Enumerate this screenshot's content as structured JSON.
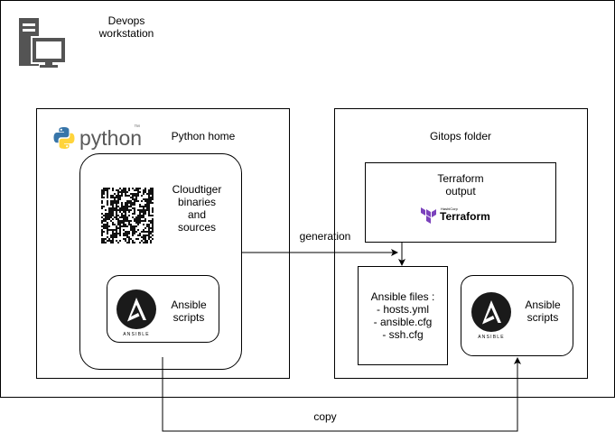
{
  "workstation": {
    "label": "Devops\nworkstation",
    "icon": "desktop-computer-icon"
  },
  "python_home": {
    "title": "Python home",
    "logo_text": "python",
    "logo_tm": "™"
  },
  "cloudtiger": {
    "label": "Cloudtiger\nbinaries\nand\nsources"
  },
  "ansible_left": {
    "label": "Ansible\nscripts",
    "brand": "ANSIBLE"
  },
  "gitops": {
    "title": "Gitops folder"
  },
  "terraform": {
    "label": "Terraform\noutput",
    "brand_prefix": "HashiCorp",
    "brand": "Terraform",
    "brand_color": "#7B42BC"
  },
  "ansible_files": {
    "label": "Ansible files :\n- hosts.yml\n- ansible.cfg\n- ssh.cfg"
  },
  "ansible_right": {
    "label": "Ansible\nscripts",
    "brand": "ANSIBLE"
  },
  "edges": {
    "generation": "generation",
    "copy": "copy"
  }
}
